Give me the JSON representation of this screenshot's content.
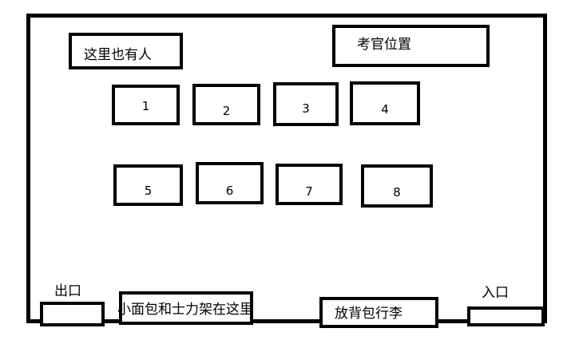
{
  "labels": {
    "people_here": "这里也有人",
    "examiner": "考官位置",
    "exit": "出口",
    "entrance": "入口",
    "snacks": "小面包和士力架在这里",
    "luggage": "放背包行李"
  },
  "desks": [
    "1",
    "2",
    "3",
    "4",
    "5",
    "6",
    "7",
    "8"
  ]
}
